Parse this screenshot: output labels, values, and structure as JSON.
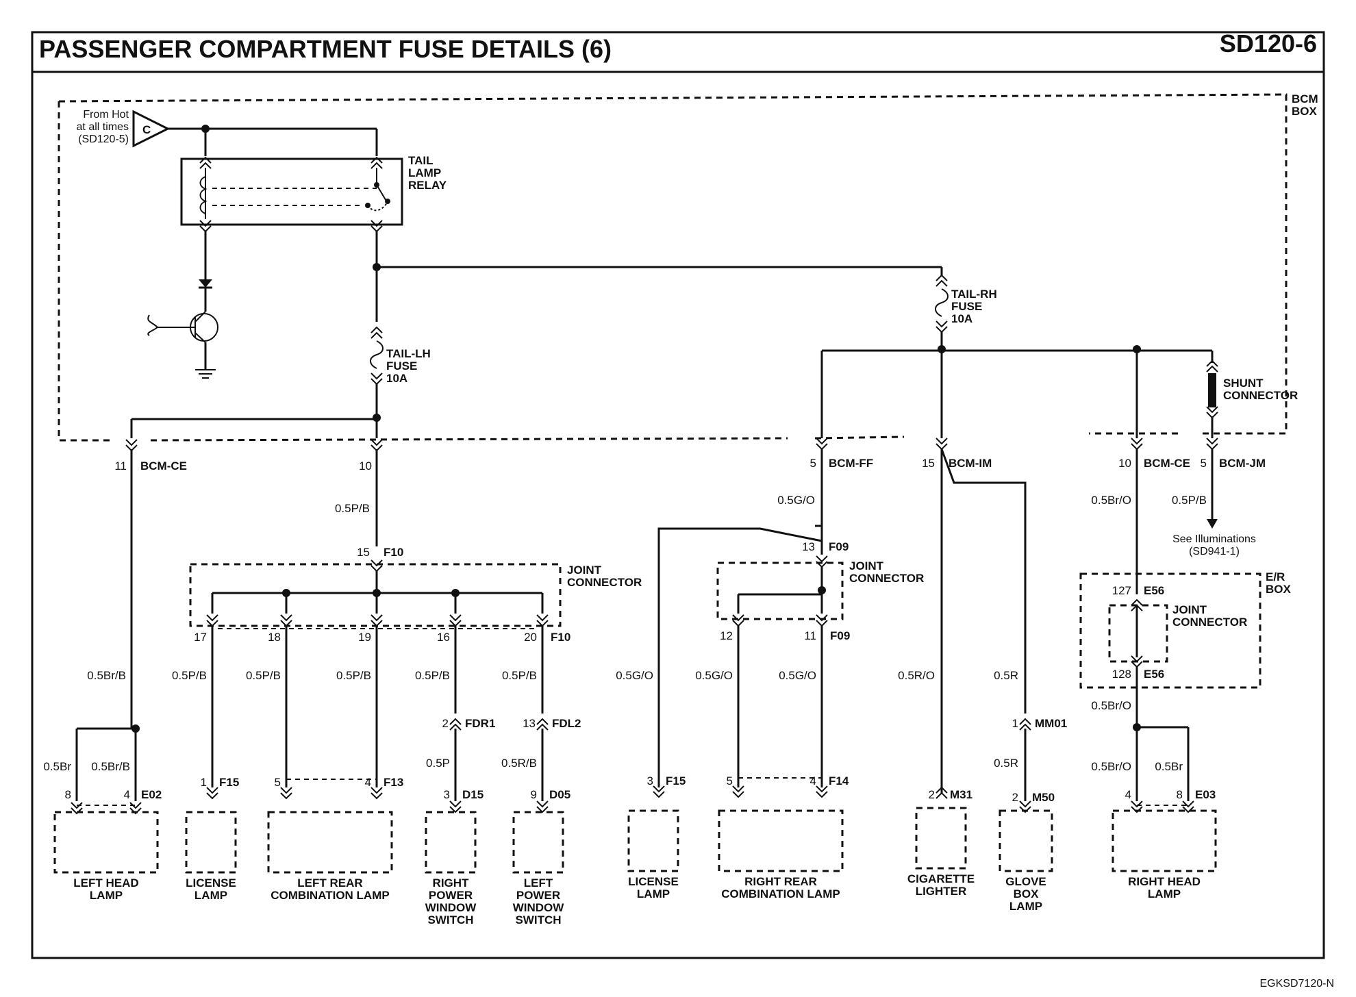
{
  "header": {
    "title": "PASSENGER COMPARTMENT FUSE DETAILS (6)",
    "code": "SD120-6"
  },
  "footer_code": "EGKSD7120-N",
  "bcm_box": [
    "BCM",
    "BOX"
  ],
  "hot_source": {
    "lines": [
      "From Hot",
      "at all times",
      "(SD120-5)"
    ],
    "connector": "C"
  },
  "relay": [
    "TAIL",
    "LAMP",
    "RELAY"
  ],
  "fuse_lh": [
    "TAIL-LH",
    "FUSE",
    "10A"
  ],
  "fuse_rh": [
    "TAIL-RH",
    "FUSE",
    "10A"
  ],
  "shunt": [
    "SHUNT",
    "CONNECTOR"
  ],
  "bcm_pins": [
    {
      "pin": "11",
      "name": "BCM-CE"
    },
    {
      "pin": "10",
      "name": ""
    },
    {
      "pin": "5",
      "name": "BCM-FF"
    },
    {
      "pin": "15",
      "name": "BCM-IM"
    },
    {
      "pin": "10",
      "name": "BCM-CE"
    },
    {
      "pin": "5",
      "name": "BCM-JM"
    }
  ],
  "joint_f10": {
    "top_pin": "15",
    "top_conn": "F10",
    "label": [
      "JOINT",
      "CONNECTOR"
    ],
    "pins": [
      "17",
      "18",
      "19",
      "16",
      "20"
    ],
    "bottom_conn": "F10"
  },
  "joint_f09": {
    "top_pin": "13",
    "top_conn": "F09",
    "label": [
      "JOINT",
      "CONNECTOR"
    ],
    "pins": [
      "12",
      "11"
    ],
    "bottom_conn": "F09"
  },
  "er_box": {
    "label": [
      "E/R",
      "BOX"
    ],
    "joint": [
      "JOINT",
      "CONNECTOR"
    ],
    "top_pin": "127",
    "top_conn": "E56",
    "bottom_pin": "128",
    "bottom_conn": "E56"
  },
  "illum": [
    "See Illuminations",
    "(SD941-1)"
  ],
  "wires": {
    "w_05PB": "0.5P/B",
    "w_05GO": "0.5G/O",
    "w_05BrO": "0.5Br/O",
    "w_05PB_jm": "0.5P/B",
    "w_05BrB": "0.5Br/B",
    "w_05P": "0.5P",
    "w_05RB": "0.5R/B",
    "w_05RO": "0.5R/O",
    "w_05R": "0.5R",
    "w_05Br": "0.5Br"
  },
  "inline_conns": [
    {
      "pin": "2",
      "name": "FDR1"
    },
    {
      "pin": "13",
      "name": "FDL2"
    },
    {
      "pin": "1",
      "name": "MM01"
    }
  ],
  "loads": [
    {
      "pins": [
        "8",
        "4"
      ],
      "conn": "E02",
      "label": [
        "LEFT HEAD",
        "LAMP"
      ]
    },
    {
      "pins": [
        "1"
      ],
      "conn": "F15",
      "label": [
        "LICENSE",
        "LAMP"
      ]
    },
    {
      "pins": [
        "5",
        "4"
      ],
      "conn": "F13",
      "label": [
        "LEFT REAR",
        "COMBINATION LAMP"
      ]
    },
    {
      "pins": [
        "3"
      ],
      "conn": "D15",
      "label": [
        "RIGHT",
        "POWER",
        "WINDOW",
        "SWITCH"
      ]
    },
    {
      "pins": [
        "9"
      ],
      "conn": "D05",
      "label": [
        "LEFT",
        "POWER",
        "WINDOW",
        "SWITCH"
      ]
    },
    {
      "pins": [
        "3"
      ],
      "conn": "F15",
      "label": [
        "LICENSE",
        "LAMP"
      ]
    },
    {
      "pins": [
        "5",
        "4"
      ],
      "conn": "F14",
      "label": [
        "RIGHT REAR",
        "COMBINATION LAMP"
      ]
    },
    {
      "pins": [
        "2"
      ],
      "conn": "M31",
      "label": [
        "CIGARETTE",
        "LIGHTER"
      ]
    },
    {
      "pins": [
        "2"
      ],
      "conn": "M50",
      "label": [
        "GLOVE",
        "BOX",
        "LAMP"
      ]
    },
    {
      "pins": [
        "4",
        "8"
      ],
      "conn": "E03",
      "label": [
        "RIGHT HEAD",
        "LAMP"
      ]
    }
  ]
}
